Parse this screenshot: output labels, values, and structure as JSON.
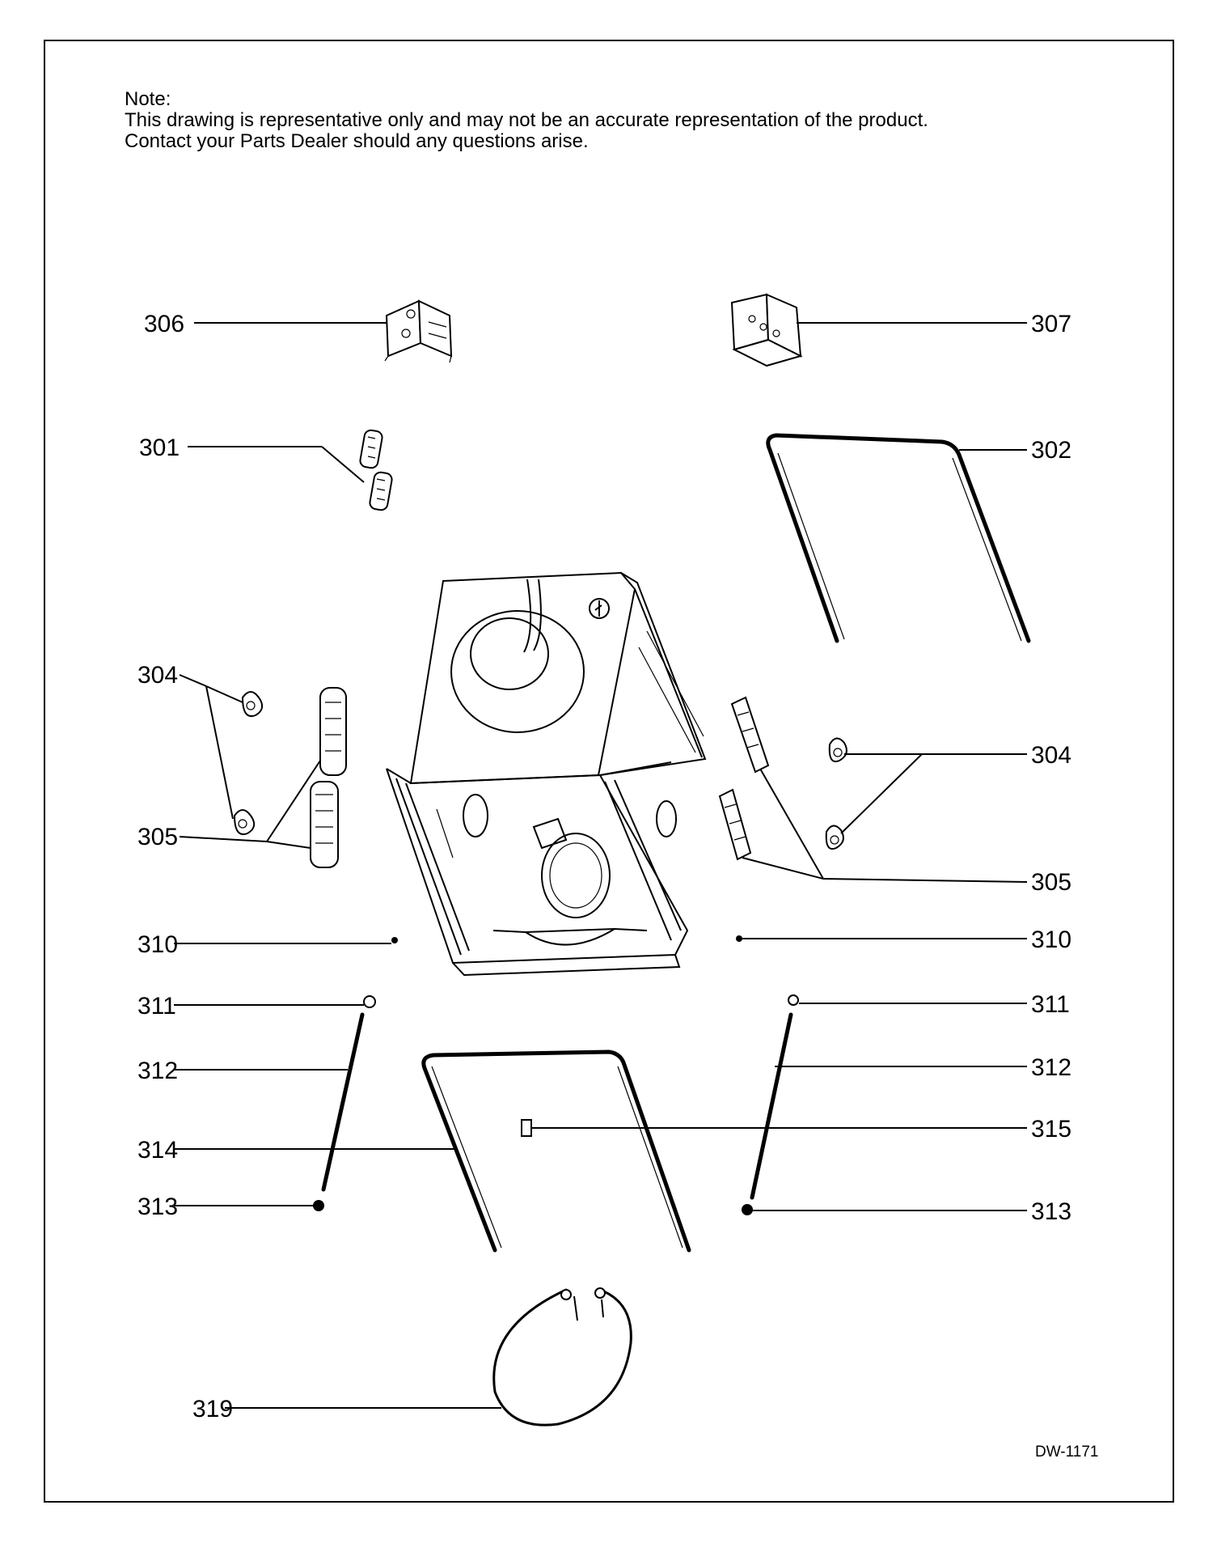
{
  "note": {
    "heading": "Note:",
    "line1": "This drawing is representative only and may not be an accurate representation of the product.",
    "line2": "Contact your Parts Dealer should any questions arise."
  },
  "callouts": {
    "c306": "306",
    "c307": "307",
    "c301": "301",
    "c302": "302",
    "c304_left": "304",
    "c304_right": "304",
    "c305_left": "305",
    "c305_right": "305",
    "c310_left": "310",
    "c310_right": "310",
    "c311_left": "311",
    "c311_right": "311",
    "c312_left": "312",
    "c312_right": "312",
    "c314": "314",
    "c315": "315",
    "c313_left": "313",
    "c313_right": "313",
    "c319": "319"
  },
  "drawing_number": "DW-1171"
}
